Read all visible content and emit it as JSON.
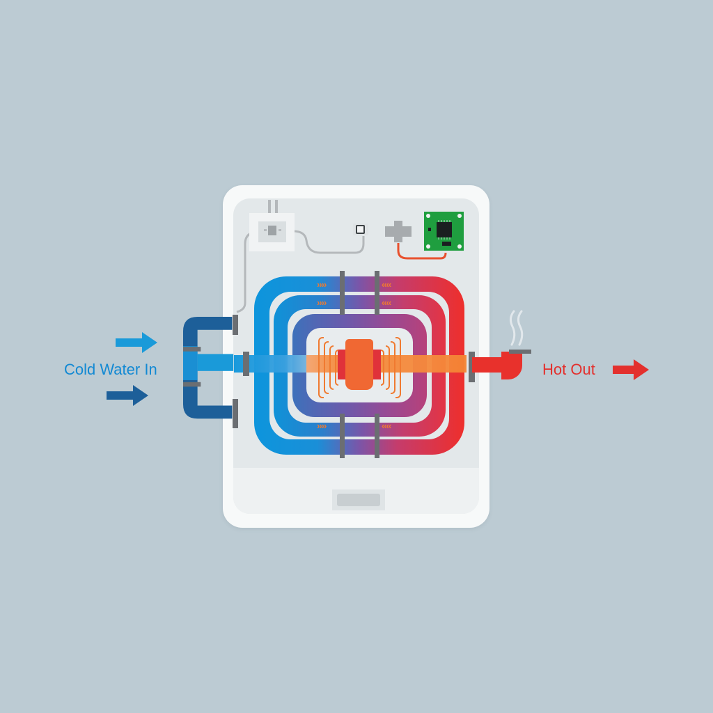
{
  "diagram": {
    "subject": "Tankless water heater heat-exchanger schematic",
    "labels": {
      "cold_in": "Cold Water In",
      "hot_out": "Hot Out"
    },
    "colors": {
      "background": "#bccbd3",
      "cold": "#0e95db",
      "cold_dark": "#1d5f99",
      "hot": "#e8312c",
      "heat": "#f58a3c",
      "heater_wing": "#e0323a",
      "clamp": "#6b6e72",
      "pcb": "#1f9e3f",
      "unit_body": "#f7f9f9",
      "unit_panel": "#e3e8ea"
    },
    "components": [
      {
        "id": "cold-inlet-arrows",
        "icon": "arrow-right-icon",
        "count": 2
      },
      {
        "id": "cold-manifold",
        "icon": "pipe-manifold-icon"
      },
      {
        "id": "heat-exchanger-loops",
        "count": 3
      },
      {
        "id": "heating-element",
        "icon": "heating-element-icon"
      },
      {
        "id": "flow-chevrons",
        "pattern_left": "››››",
        "pattern_right": "‹‹‹‹"
      },
      {
        "id": "flow-sensor",
        "icon": "sensor-icon"
      },
      {
        "id": "switch",
        "icon": "switch-icon"
      },
      {
        "id": "connector",
        "icon": "connector-icon"
      },
      {
        "id": "control-board",
        "icon": "pcb-chip-icon"
      },
      {
        "id": "hot-outlet",
        "icon": "steam-icon"
      },
      {
        "id": "display",
        "icon": "display-panel-icon"
      }
    ],
    "chevrons": {
      "right": "››››",
      "left": "‹‹‹‹"
    }
  }
}
